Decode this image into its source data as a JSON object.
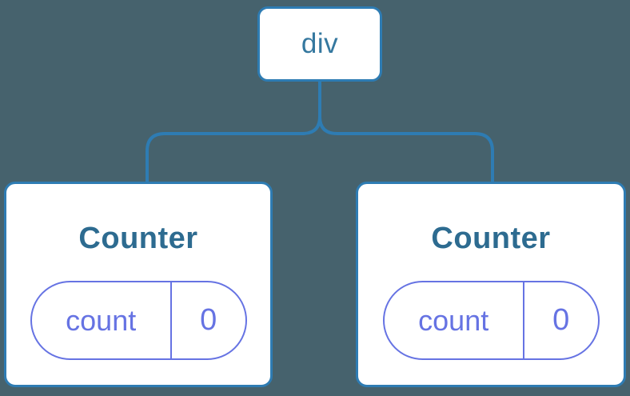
{
  "theme": {
    "background": "#46626d",
    "node_border": "#2e7cb3",
    "connector": "#2e7cb3",
    "node_fill": "#ffffff",
    "root_label": "#35789f",
    "card_title": "#2d6b90",
    "pill_accent": "#6673e3"
  },
  "diagram": {
    "type": "component-tree",
    "root": {
      "label": "div"
    },
    "children": [
      {
        "title": "Counter",
        "state": {
          "key": "count",
          "value": "0"
        }
      },
      {
        "title": "Counter",
        "state": {
          "key": "count",
          "value": "0"
        }
      }
    ]
  }
}
